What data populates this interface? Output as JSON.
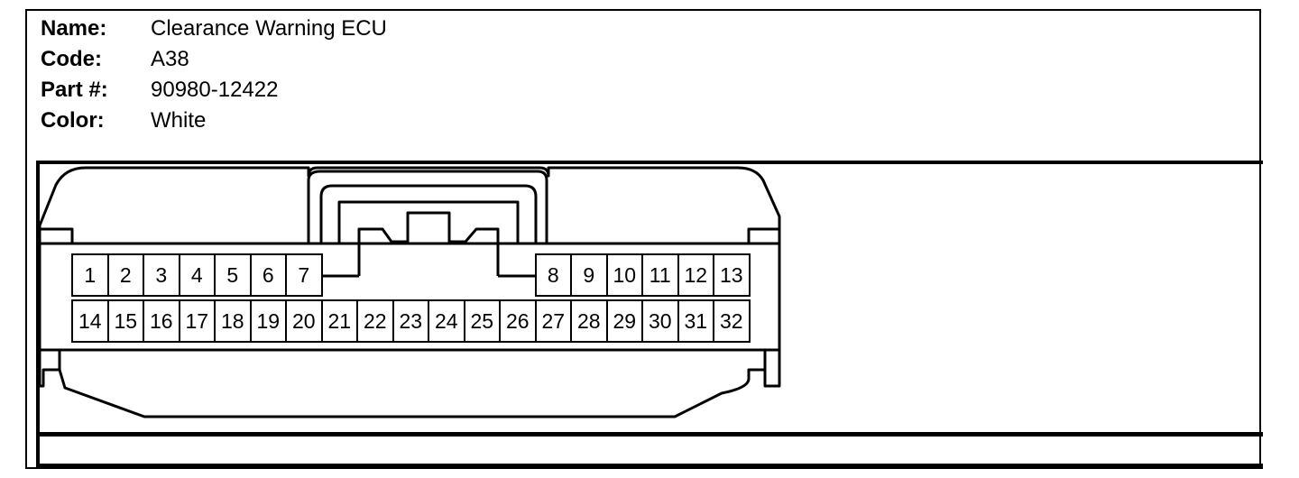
{
  "info": {
    "name_label": "Name:",
    "name_value": "Clearance Warning ECU",
    "code_label": "Code:",
    "code_value": "A38",
    "part_label": "Part #:",
    "part_value": "90980-12422",
    "color_label": "Color:",
    "color_value": "White"
  },
  "connector": {
    "top_row": {
      "left": [
        "1",
        "2",
        "3",
        "4",
        "5",
        "6",
        "7"
      ],
      "right": [
        "8",
        "9",
        "10",
        "11",
        "12",
        "13"
      ]
    },
    "bottom_row": [
      "14",
      "15",
      "16",
      "17",
      "18",
      "19",
      "20",
      "21",
      "22",
      "23",
      "24",
      "25",
      "26",
      "27",
      "28",
      "29",
      "30",
      "31",
      "32"
    ]
  }
}
